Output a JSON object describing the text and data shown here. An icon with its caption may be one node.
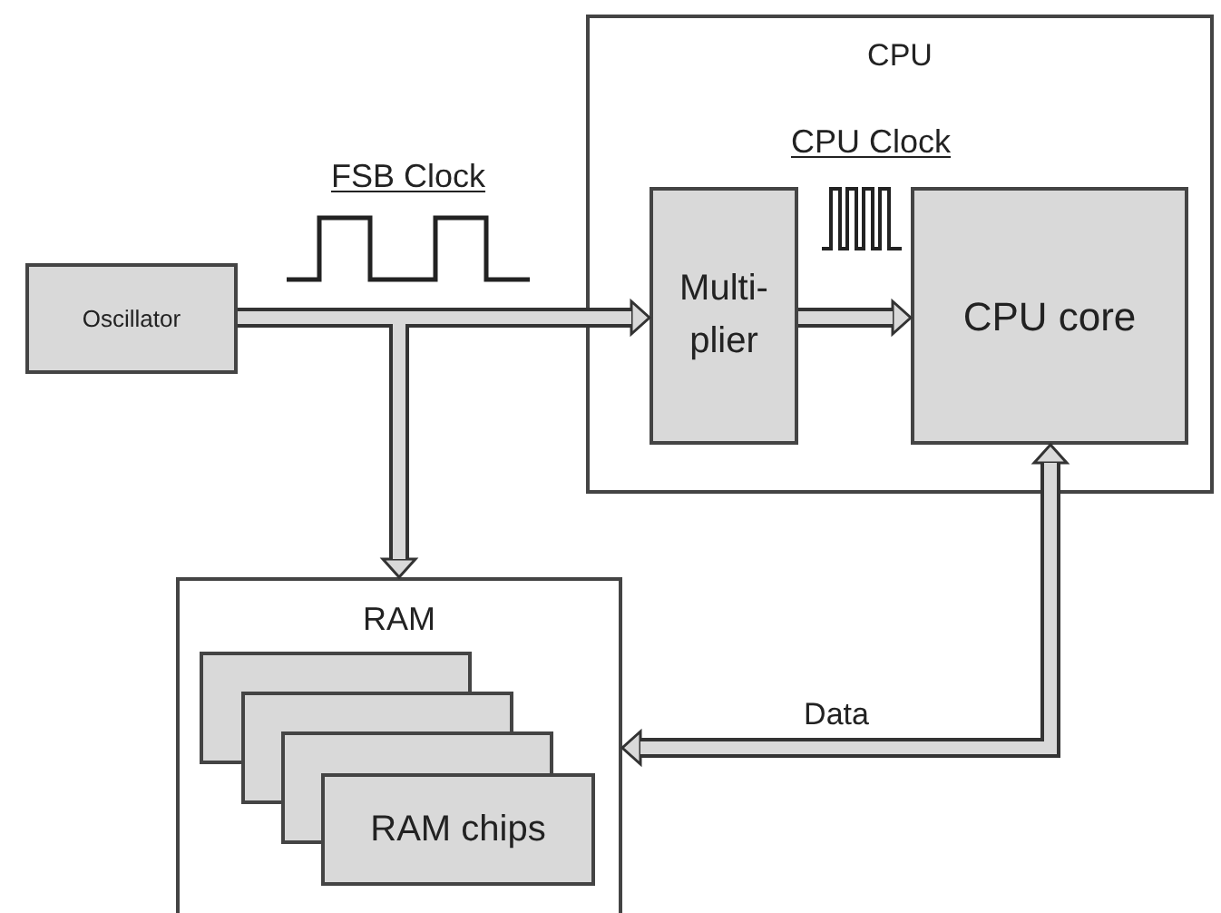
{
  "diagram": {
    "nodes": [
      {
        "text": [
          "CPU"
        ]
      },
      {
        "text": [
          "Multi-plier"
        ],
        "in": 0
      },
      {
        "text": [
          "CPU core"
        ],
        "in": 0
      },
      {
        "text": [
          "Oscillator"
        ]
      },
      {
        "text": [
          "RAM"
        ]
      },
      {
        "text": [],
        "shape": "box",
        "in": 4
      },
      {
        "text": [],
        "shape": "box",
        "in": 4
      },
      {
        "text": [],
        "shape": "box",
        "in": 4
      },
      {
        "text": [
          "RAM chips"
        ],
        "in": 4
      }
    ],
    "edges": [
      {
        "from": 3,
        "to": 1,
        "arrow": "to"
      },
      {
        "from": 3,
        "to": 4,
        "arrow": "to"
      },
      {
        "from": 1,
        "to": 2,
        "arrow": "to"
      },
      {
        "from": 2,
        "to": 4,
        "arrow": "both",
        "label": "Data"
      }
    ],
    "labels": [
      "FSB Clock",
      "CPU Clock"
    ]
  }
}
